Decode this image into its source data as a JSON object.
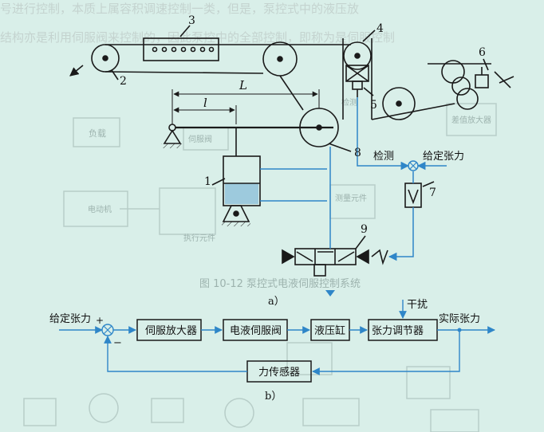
{
  "header_text": {
    "line1": "号进行控制，本质上属容积调速控制一类，但是，泵控式中的液压放",
    "line2": "结构亦是利用伺服阀来控制的，因此泵控中的全部控制，即称为是伺服控制"
  },
  "diagram_a": {
    "labels": {
      "n1": "1",
      "n2": "2",
      "n3": "3",
      "n4": "4",
      "n5": "5",
      "n6": "6",
      "n7": "7",
      "n8": "8",
      "n9": "9",
      "L": "L",
      "l": "l",
      "detect": "检测",
      "set_tension": "给定张力",
      "caption": "a）"
    }
  },
  "diagram_b": {
    "blocks": {
      "servo_amp": "伺服放大器",
      "ehv": "电液伺服阀",
      "cylinder": "液压缸",
      "regulator": "张力调节器",
      "sensor": "力传感器"
    },
    "labels": {
      "input": "给定张力",
      "output": "实际张力",
      "disturb": "干扰",
      "plus": "+",
      "minus": "−",
      "caption": "b）"
    }
  },
  "background_text": {
    "fig": "图 10-12  ",
    "fig_title": "泵控式电液伺服控制系统",
    "zhixing": "执行元件",
    "jiance": "检测",
    "diandong": "电动机",
    "fuzai": "负载",
    "sifu": "伺服阀",
    "celiang": "测量元件",
    "chazhi": "差值放大器"
  },
  "colors": {
    "background": "#d9efe9",
    "line": "#1a1a1a",
    "signal": "#2f86c8",
    "ghost": "#9db3ae"
  }
}
